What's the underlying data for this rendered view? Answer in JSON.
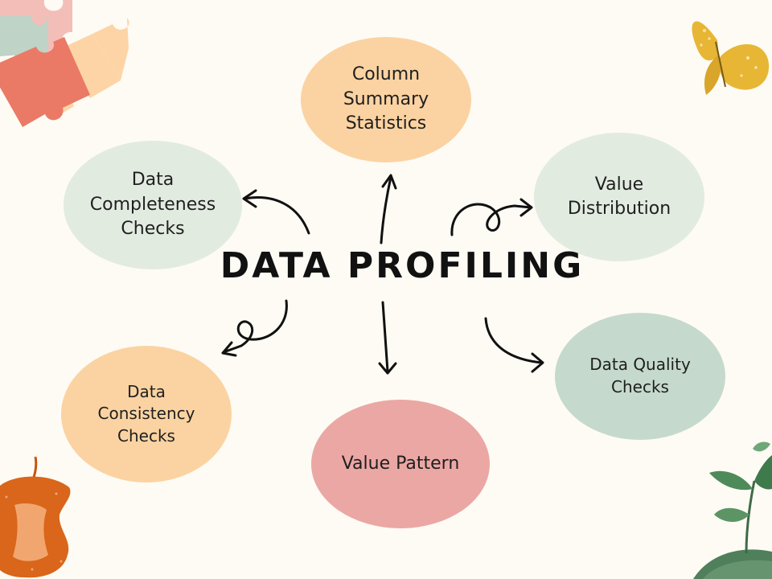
{
  "title": "DATA PROFILING",
  "nodes": {
    "column_summary": {
      "label": "Column\nSummary\nStatistics",
      "color": "#fbd3a2"
    },
    "completeness": {
      "label": "Data\nCompleteness\nChecks",
      "color": "#e2ebe0"
    },
    "value_distribution": {
      "label": "Value\nDistribution",
      "color": "#e2ebe0"
    },
    "data_quality": {
      "label": "Data Quality\nChecks",
      "color": "#c5dacc"
    },
    "consistency": {
      "label": "Data\nConsistency\nChecks",
      "color": "#fbd3a2"
    },
    "value_pattern": {
      "label": "Value Pattern",
      "color": "#eba7a4"
    }
  },
  "decorations": {
    "puzzle": "puzzle-pieces-icon",
    "butterfly": "butterfly-icon",
    "apple": "apple-core-icon",
    "plant": "plant-sprout-icon"
  }
}
